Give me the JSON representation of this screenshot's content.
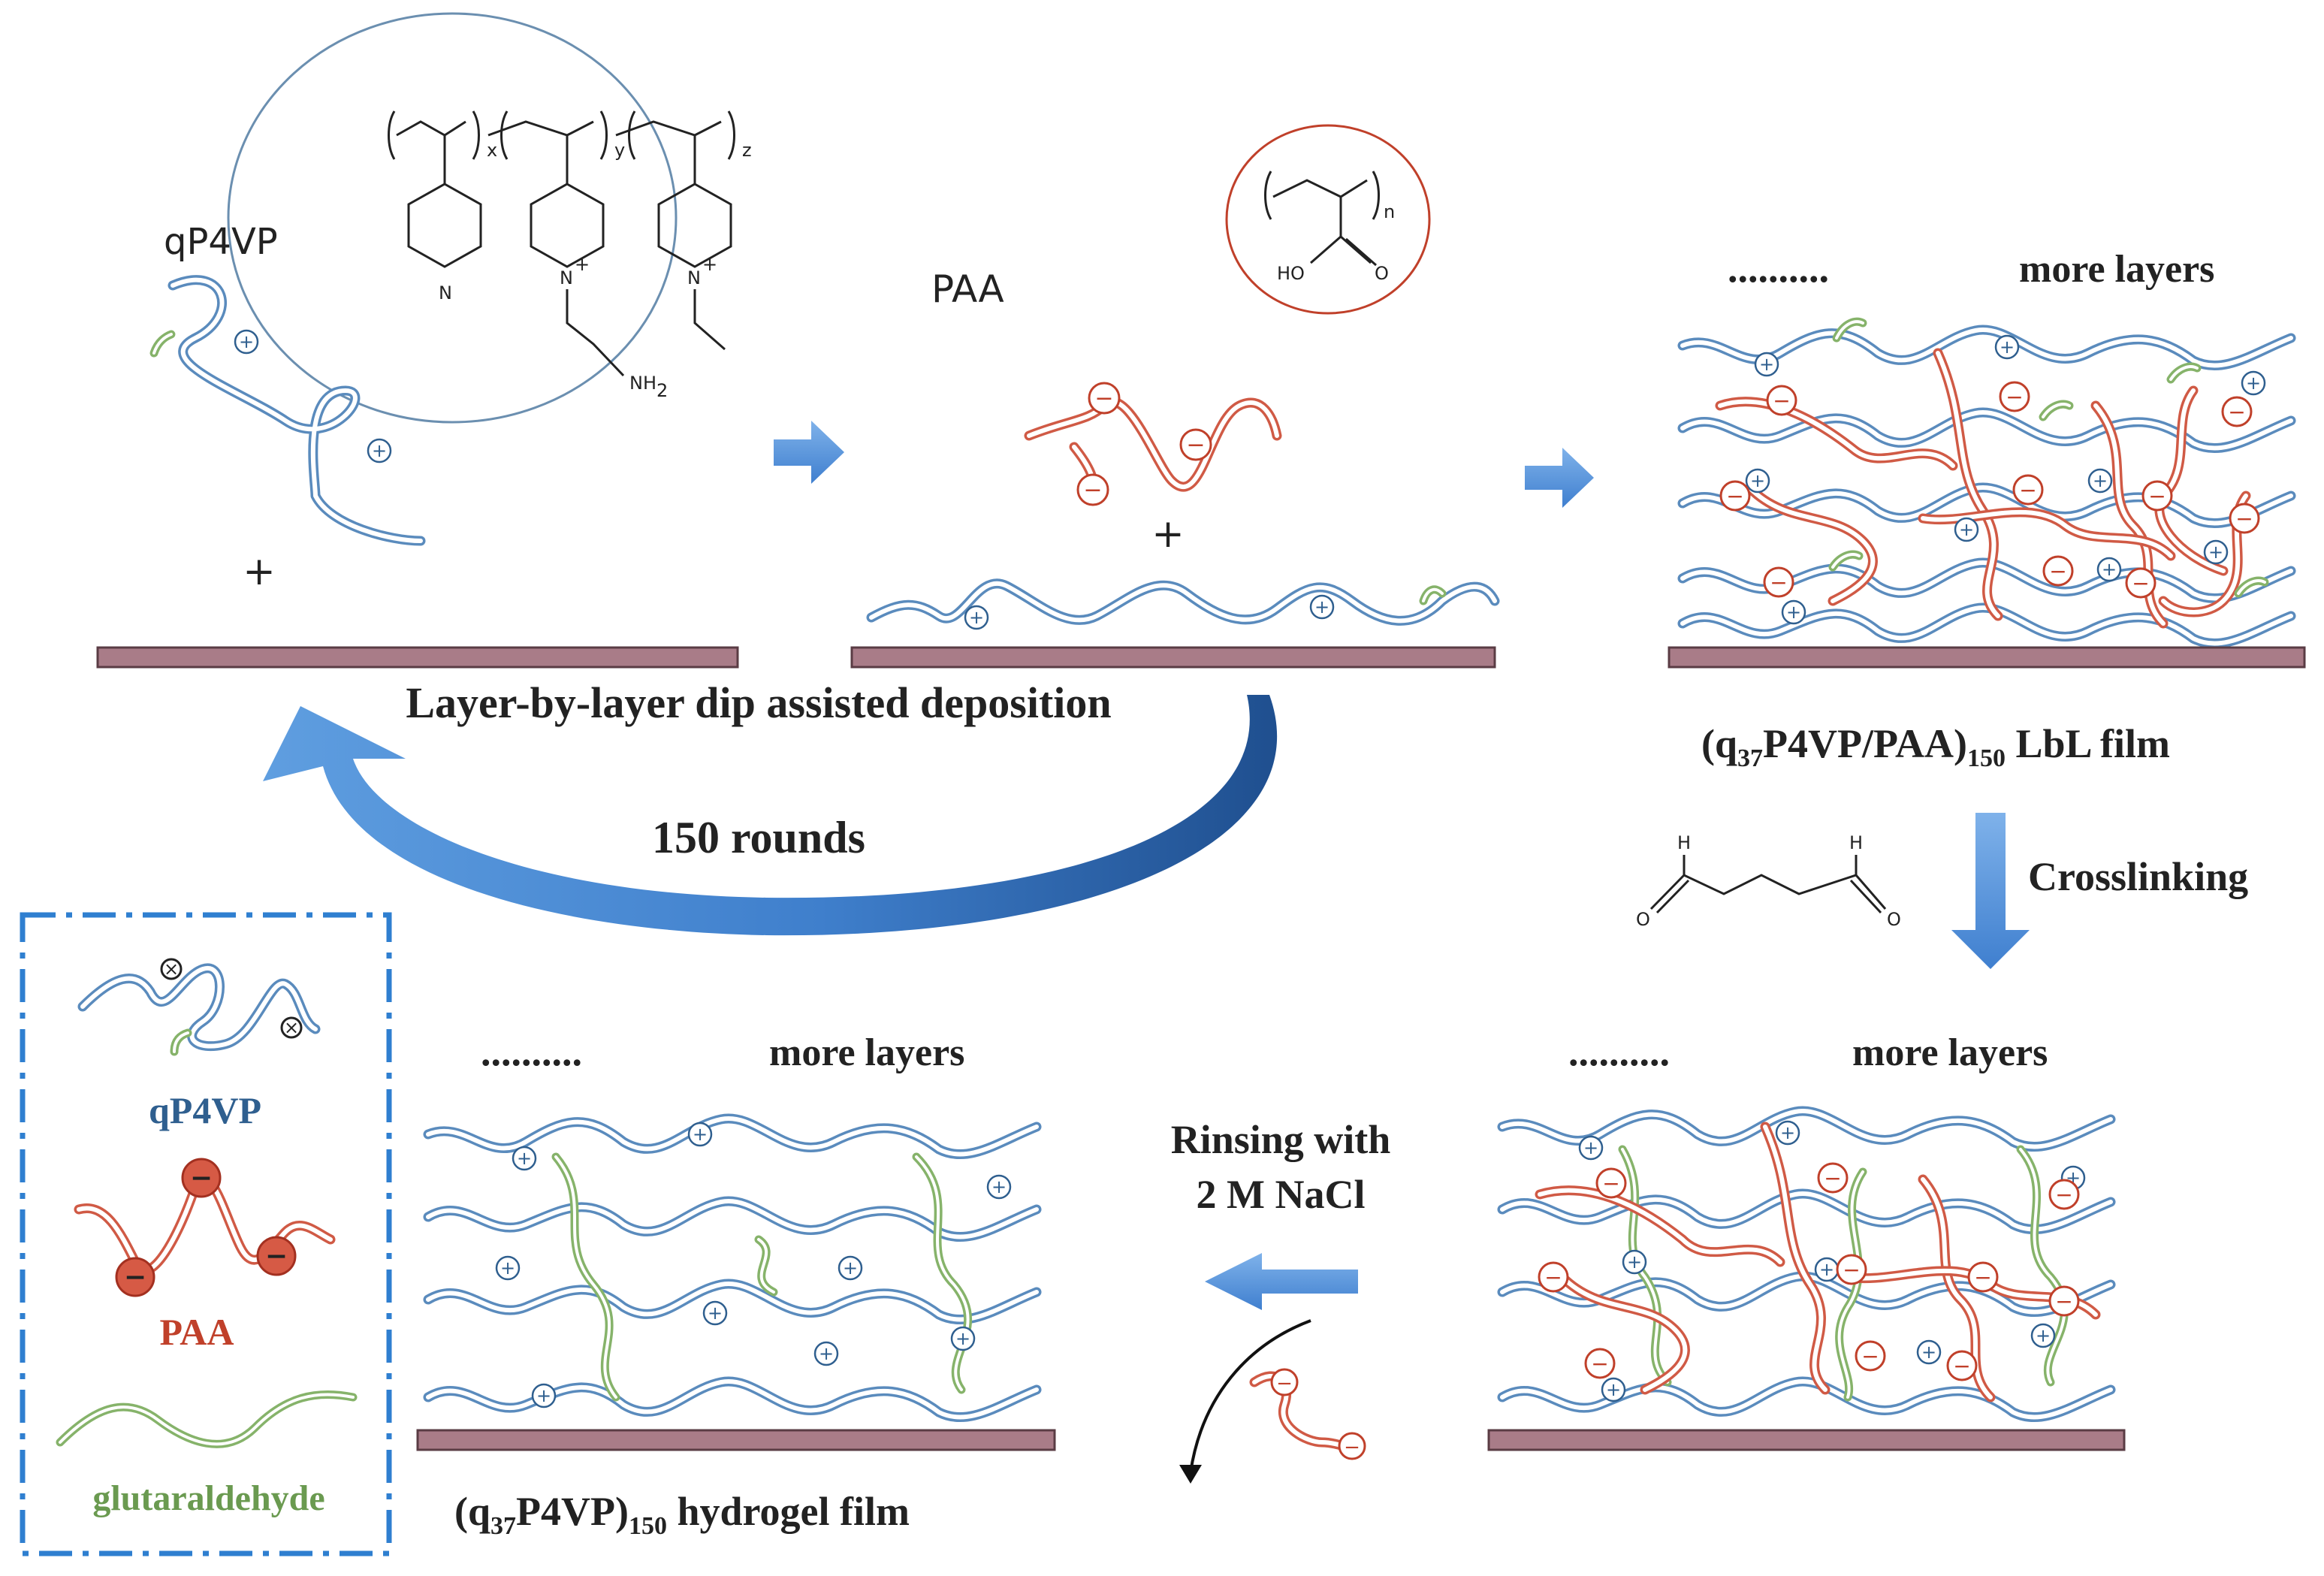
{
  "labels": {
    "qp4vp_top": "qP4VP",
    "paa_top": "PAA",
    "plus": "+",
    "lbl_deposition": "Layer-by-layer dip assisted deposition",
    "rounds": "150 rounds",
    "more_layers": "more layers",
    "dots": "..........",
    "lbl_film_prefix": "(q",
    "lbl_film_sub1": "37",
    "lbl_film_mid": "P4VP/PAA)",
    "lbl_film_sub2": "150",
    "lbl_film_suffix": " LbL film",
    "crosslinking": "Crosslinking",
    "rinsing_1": "Rinsing with",
    "rinsing_2": "2 M NaCl",
    "hydrogel_prefix": "(q",
    "hydrogel_sub1": "37",
    "hydrogel_mid": "P4VP)",
    "hydrogel_sub2": "150",
    "hydrogel_suffix": " hydrogel film"
  },
  "legend": {
    "items": [
      {
        "label": "qP4VP",
        "color": "#2f5f8f"
      },
      {
        "label": "PAA",
        "color": "#c0402a"
      },
      {
        "label": "glutaraldehyde",
        "color": "#6a9a50"
      }
    ],
    "border_color": "#2f7fd0"
  },
  "chemistry": {
    "qp4vp_x": "x",
    "qp4vp_y": "y",
    "qp4vp_z": "z",
    "n_atom": "N",
    "n_plus": "N",
    "plus_charge": "+",
    "nh2": "NH",
    "nh2_sub": "2",
    "paa_n": "n",
    "paa_ho": "HO",
    "paa_o": "O",
    "glut_h": "H",
    "glut_o": "O"
  },
  "charges": {
    "positive": "+",
    "negative": "−"
  },
  "colors": {
    "blue_chain": "#5a8bbd",
    "red_chain": "#d05a45",
    "green_chain": "#86b36a",
    "arrow_blue": "#4f8fd8",
    "substrate": "#a97c88"
  }
}
